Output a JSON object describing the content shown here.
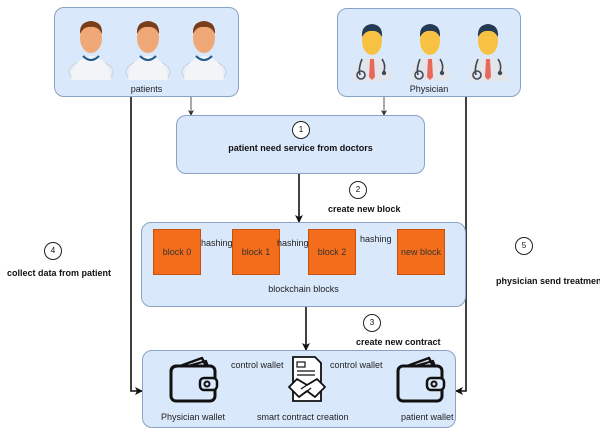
{
  "actors": {
    "patients": {
      "label": "patients",
      "count": 3,
      "icon": "patient-icon"
    },
    "physician": {
      "label": "Physician",
      "count": 3,
      "icon": "doctor-icon"
    }
  },
  "steps": [
    {
      "number": "1",
      "label": "patient need service from doctors"
    },
    {
      "number": "2",
      "label": "create new block"
    },
    {
      "number": "3",
      "label": "create new contract"
    },
    {
      "number": "4",
      "label": "collect data from patient"
    },
    {
      "number": "5",
      "label": "physician send treatment"
    }
  ],
  "blockchain": {
    "caption": "blockchain blocks",
    "blocks": [
      "block 0",
      "block 1",
      "block 2",
      "new block"
    ],
    "links": [
      "hashing",
      "hashing",
      "hashing"
    ],
    "color": "#f46d1b"
  },
  "contract": {
    "physician_wallet": "Physician wallet",
    "patient_wallet": "patient wallet",
    "center_label": "smart contract creation",
    "left_link": "control wallet",
    "right_link": "control wallet"
  },
  "colors": {
    "box_fill": "#dae8fc",
    "box_border": "#8aa3c4"
  }
}
